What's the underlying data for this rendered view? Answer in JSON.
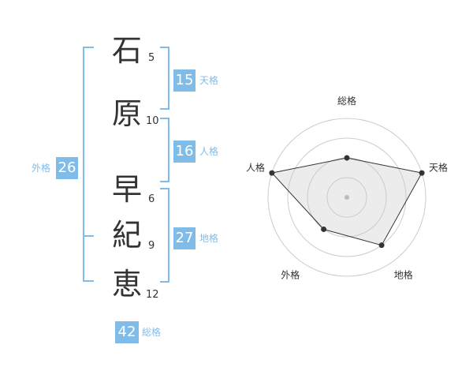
{
  "name": {
    "chars": [
      {
        "char": "石",
        "strokes": "5"
      },
      {
        "char": "原",
        "strokes": "10"
      },
      {
        "char": "早",
        "strokes": "6"
      },
      {
        "char": "紀",
        "strokes": "9"
      },
      {
        "char": "恵",
        "strokes": "12"
      }
    ]
  },
  "fortunes": {
    "tenkaku": {
      "value": "15",
      "label": "天格"
    },
    "jinkaku": {
      "value": "16",
      "label": "人格"
    },
    "chikaku": {
      "value": "27",
      "label": "地格"
    },
    "gaikaku": {
      "value": "26",
      "label": "外格"
    },
    "soukaku": {
      "value": "42",
      "label": "総格"
    }
  },
  "colors": {
    "accent": "#7fbde8",
    "text": "#333333",
    "grid": "#cccccc"
  },
  "chart_data": {
    "type": "radar",
    "axes": [
      "総格",
      "天格",
      "地格",
      "外格",
      "人格"
    ],
    "levels": 4,
    "max": 4,
    "values": [
      2,
      4,
      3,
      2,
      4
    ]
  }
}
